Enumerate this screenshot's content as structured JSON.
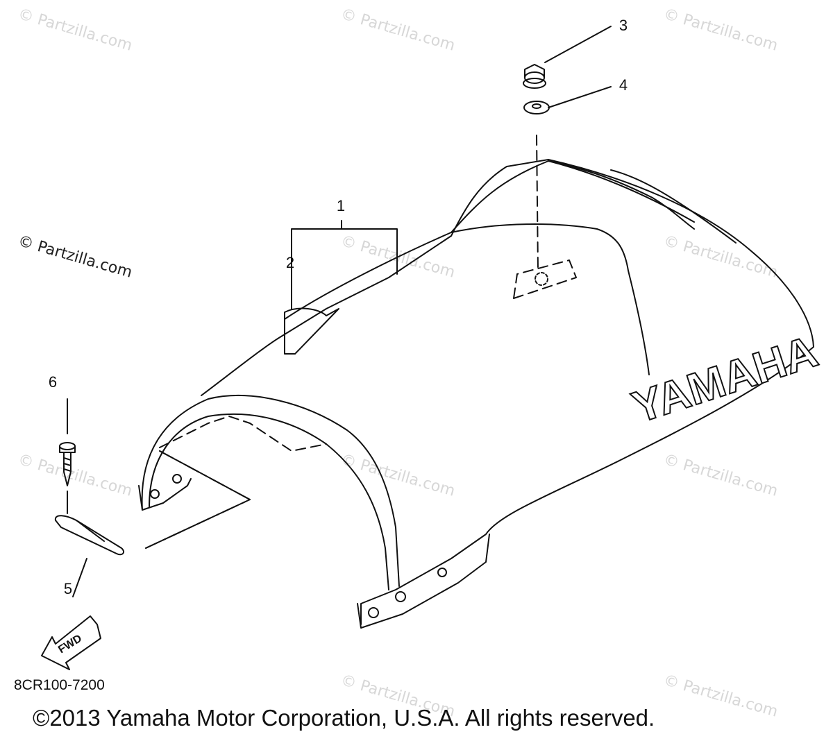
{
  "diagram": {
    "callouts": [
      "1",
      "2",
      "3",
      "4",
      "5",
      "6"
    ],
    "seat_brand": "YAMAHA",
    "fwd_label": "FWD",
    "part_number": "8CR100-7200",
    "watermark": "© Partzilla.com",
    "copyright": "©2013 Yamaha Motor Corporation, U.S.A. All rights reserved."
  }
}
